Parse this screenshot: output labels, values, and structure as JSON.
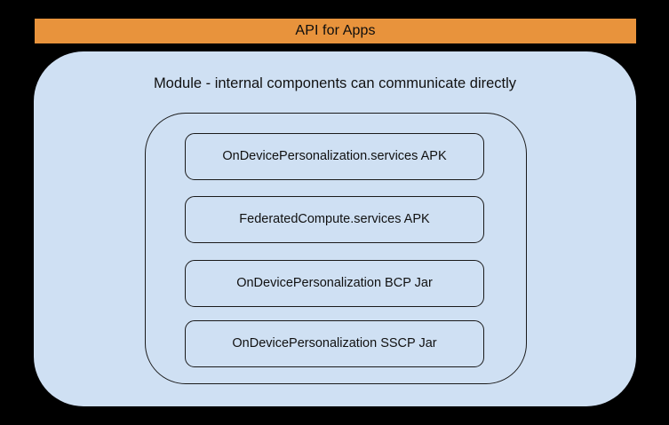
{
  "diagram": {
    "title": "API for Apps",
    "banner_color": "#e8933c",
    "container_color": "#cfe0f3",
    "background_color": "#000000",
    "stroke_color": "#1a1a1a",
    "caption": "Module - internal components can communicate directly",
    "components": [
      {
        "label": "OnDevicePersonalization.services APK"
      },
      {
        "label": "FederatedCompute.services APK"
      },
      {
        "label": "OnDevicePersonalization BCP Jar"
      },
      {
        "label": "OnDevicePersonalization SSCP Jar"
      }
    ]
  }
}
